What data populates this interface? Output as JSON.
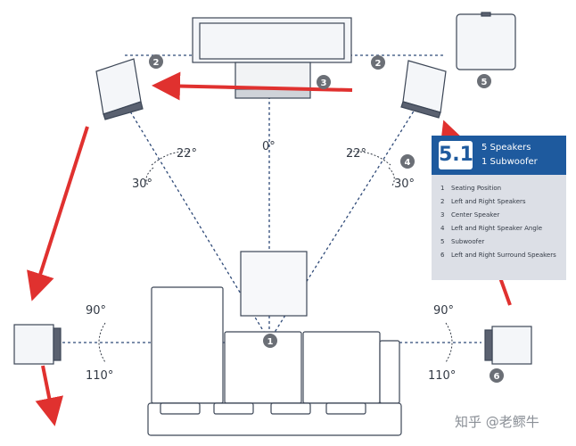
{
  "angles": {
    "a0": "0°",
    "left_22": "22°",
    "left_30": "30°",
    "right_22": "22°",
    "right_30": "30°",
    "left_90": "90°",
    "left_110": "110°",
    "right_90": "90°",
    "right_110": "110°"
  },
  "markers": {
    "m1": "1",
    "m2_left": "2",
    "m2_right": "2",
    "m3": "3",
    "m4": "4",
    "m5": "5",
    "m6": "6"
  },
  "legend": {
    "badge": "5.1",
    "title_line1": "5 Speakers",
    "title_line2": "1 Subwoofer",
    "items": [
      {
        "n": "1",
        "text": "Seating Position"
      },
      {
        "n": "2",
        "text": "Left and Right Speakers"
      },
      {
        "n": "3",
        "text": "Center Speaker"
      },
      {
        "n": "4",
        "text": "Left and Right Speaker Angle"
      },
      {
        "n": "5",
        "text": "Subwoofer"
      },
      {
        "n": "6",
        "text": "Left and Right Surround Speakers"
      }
    ]
  },
  "watermark": "知乎 @老鳏牛",
  "colors": {
    "line": "#2f4a78",
    "outline": "#3c4656",
    "marker": "#6b6f76",
    "arrow": "#e0312f",
    "legend_head": "#1e5a9e",
    "legend_body": "#dcdfe6"
  }
}
